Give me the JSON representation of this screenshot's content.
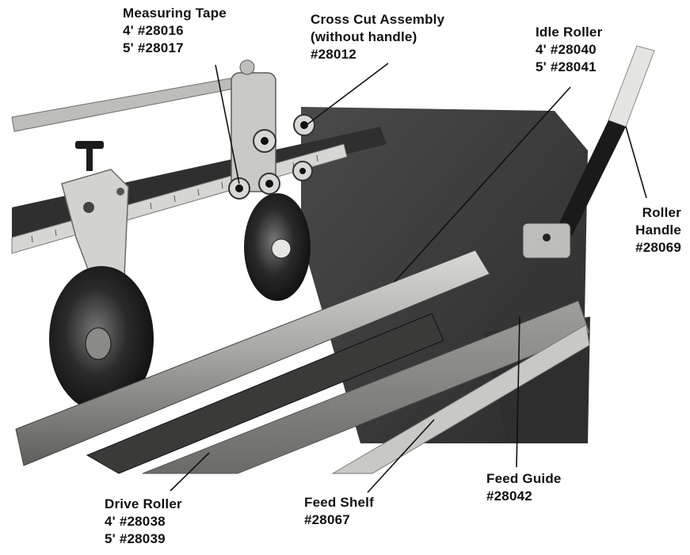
{
  "callouts": {
    "measuring_tape": {
      "name": "Measuring Tape",
      "lines": [
        "4' #28016",
        "5' #28017"
      ]
    },
    "cross_cut": {
      "name": "Cross Cut Assembly",
      "lines": [
        "(without handle)",
        "#28012"
      ]
    },
    "idle_roller": {
      "name": "Idle Roller",
      "lines": [
        "4' #28040",
        "5' #28041"
      ]
    },
    "roller_handle": {
      "name": "Roller",
      "lines": [
        "Handle",
        "#28069"
      ]
    },
    "feed_guide": {
      "name": "Feed Guide",
      "lines": [
        "#28042"
      ]
    },
    "feed_shelf": {
      "name": "Feed Shelf",
      "lines": [
        "#28067"
      ]
    },
    "drive_roller": {
      "name": "Drive Roller",
      "lines": [
        "4' #28038",
        "5' #28039"
      ]
    }
  },
  "colors": {
    "background": "#ffffff",
    "frame": "#3a3a3a",
    "metal": "#b8b8b4",
    "metal_dark": "#1e1e1e",
    "label": "#111111"
  }
}
